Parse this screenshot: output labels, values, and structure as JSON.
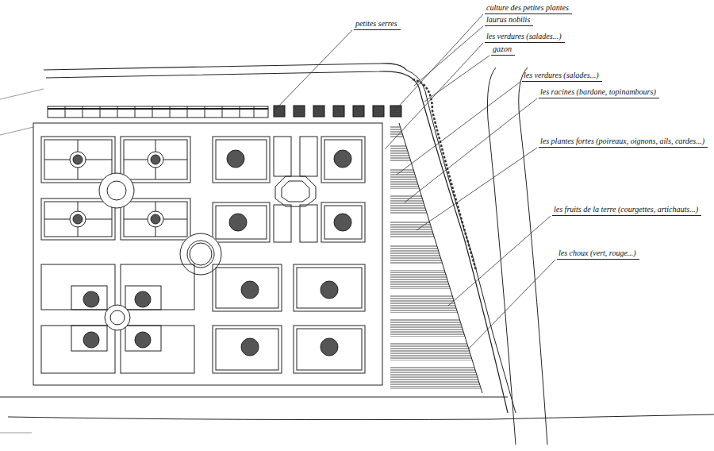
{
  "diagram": {
    "labels": [
      "petites serres",
      "culture des petites plantes",
      "laurus nobilis",
      "les verdures (salades...)",
      "gazon",
      "les verdures (salades...)",
      "les racines (bardane, topinambours)",
      "les plantes fortes (poireaux, oignons, ails, cardes...)",
      "les fruits de la terre (courgettes, artichauts...)",
      "les choux (vert, rouge...)"
    ]
  }
}
